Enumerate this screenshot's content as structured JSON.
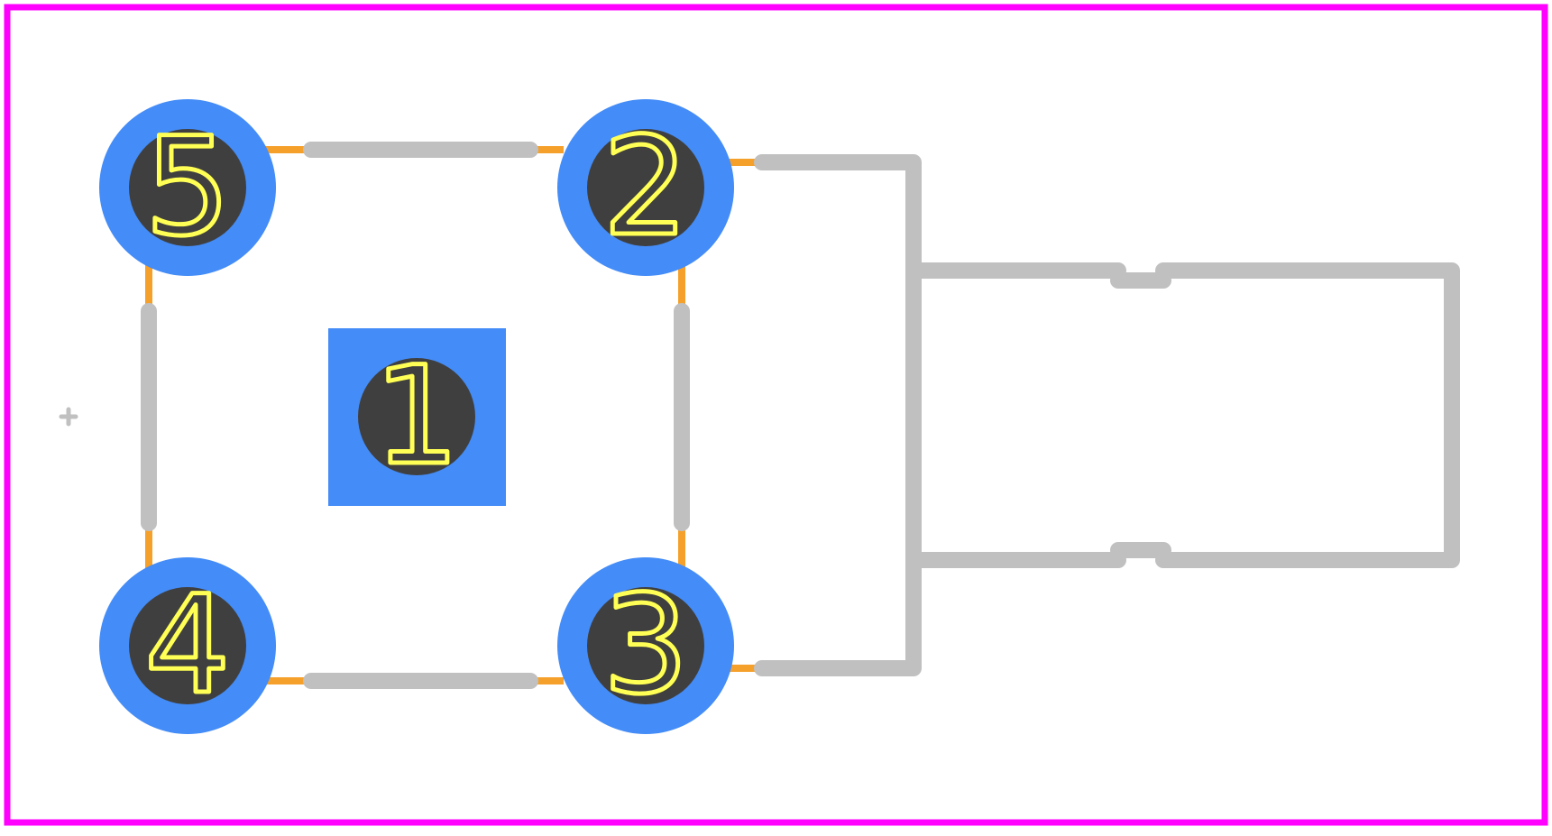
{
  "colors": {
    "background": "#ffffff",
    "board_outline": "#ff00ff",
    "silkscreen": "#c0c0c0",
    "pad_copper": "#448cf7",
    "pad_hole": "#3f3f3f",
    "pad_label": "#ffff55",
    "courtyard": "#f5a02a"
  },
  "footprint": {
    "center_pad": {
      "number": "1",
      "shape": "square"
    },
    "corner_pads": [
      {
        "number": "5",
        "shape": "round"
      },
      {
        "number": "2",
        "shape": "round"
      },
      {
        "number": "4",
        "shape": "round"
      },
      {
        "number": "3",
        "shape": "round"
      }
    ]
  }
}
